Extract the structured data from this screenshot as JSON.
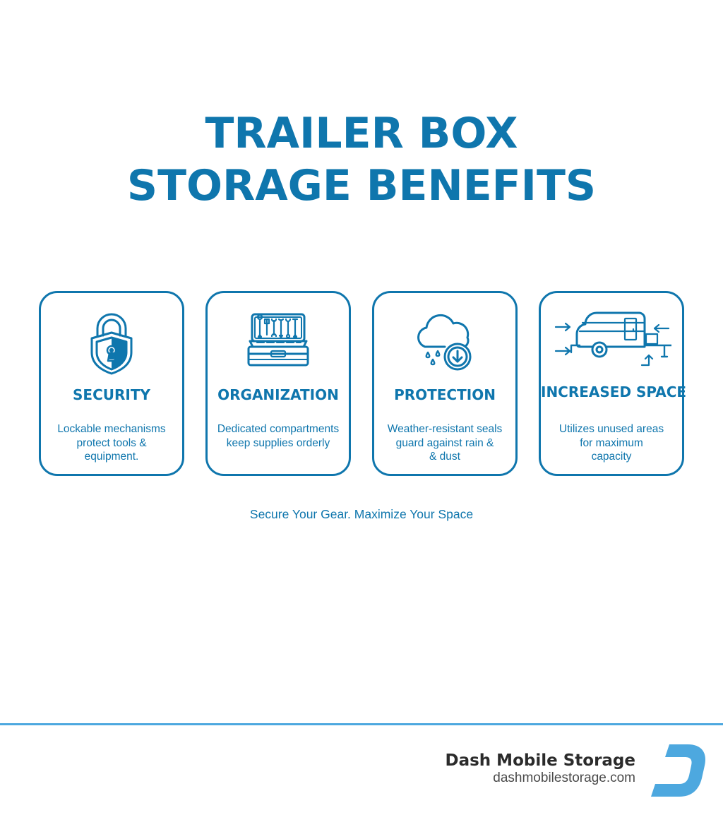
{
  "title": {
    "line1": "TRAILER BOX",
    "line2": "STORAGE BENEFITS"
  },
  "cards": [
    {
      "icon": "shield-lock-icon",
      "heading": "SECURITY",
      "desc": [
        "Lockable mechanisms",
        "protect tools &",
        "equipment."
      ]
    },
    {
      "icon": "toolbox-icon",
      "heading": "ORGANIZATION",
      "desc": [
        "Dedicated compartments",
        "keep supplies orderly"
      ]
    },
    {
      "icon": "weather-cloud-icon",
      "heading": "PROTECTION",
      "desc": [
        "Weather-resistant seals",
        "guard against rain &",
        "& dust"
      ]
    },
    {
      "icon": "trailer-space-icon",
      "heading": "INCREASED SPACE",
      "desc": [
        "Utilizes unused areas",
        "for maximum",
        "capacity"
      ]
    }
  ],
  "tagline": "Secure Your Gear. Maximize Your Space",
  "footer": {
    "brand_name": "Dash Mobile Storage",
    "brand_url": "dashmobilestorage.com",
    "logo_icon": "dash-d-logo-icon"
  },
  "colors": {
    "primary": "#0f76ad",
    "accent": "#4da8df",
    "text_dark": "#2b2b2b"
  }
}
